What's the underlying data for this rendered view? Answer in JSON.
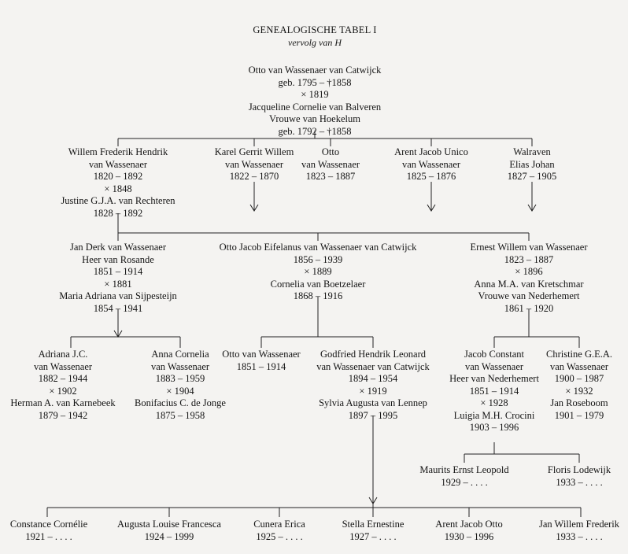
{
  "header": {
    "title": "GENEALOGISCHE TABEL I",
    "subtitle": "vervolg van H"
  },
  "gen1": {
    "lines": [
      "Otto van Wassenaer van Catwijck",
      "geb. 1795 – †1858",
      "× 1819",
      "Jacqueline Cornelie van Balveren",
      "Vrouwe van Hoekelum",
      "geb. 1792 – †1858"
    ]
  },
  "gen2": [
    {
      "lines": [
        "Willem Frederik Hendrik",
        "van Wassenaer",
        "1820 – 1892",
        "× 1848",
        "Justine G.J.A. van Rechteren",
        "1828 – 1892"
      ]
    },
    {
      "lines": [
        "Karel Gerrit Willem",
        "van Wassenaer",
        "1822 – 1870"
      ]
    },
    {
      "lines": [
        "Otto",
        "van Wassenaer",
        "1823 – 1887"
      ]
    },
    {
      "lines": [
        "Arent Jacob Unico",
        "van Wassenaer",
        "1825 – 1876"
      ]
    },
    {
      "lines": [
        "Walraven",
        "Elias Johan",
        "1827 – 1905"
      ]
    }
  ],
  "gen3": [
    {
      "lines": [
        "Jan Derk van Wassenaer",
        "Heer van Rosande",
        "1851 – 1914",
        "× 1881",
        "Maria Adriana van Sijpesteijn",
        "1854 – 1941"
      ]
    },
    {
      "lines": [
        "Otto Jacob Eifelanus van Wassenaer van Catwijck",
        "1856 – 1939",
        "× 1889",
        "Cornelia van Boetzelaer",
        "1868 – 1916"
      ]
    },
    {
      "lines": [
        "Ernest Willem van Wassenaer",
        "1823 – 1887",
        "× 1896",
        "Anna M.A. van Kretschmar",
        "Vrouwe van Nederhemert",
        "1861 – 1920"
      ]
    }
  ],
  "gen4": [
    {
      "lines": [
        "Adriana J.C.",
        "van Wassenaer",
        "1882 – 1944",
        "× 1902",
        "Herman A. van Karnebeek",
        "1879 – 1942"
      ]
    },
    {
      "lines": [
        "Anna Cornelia",
        "van Wassenaer",
        "1883 – 1959",
        "× 1904",
        "Bonifacius C. de Jonge",
        "1875 – 1958"
      ]
    },
    {
      "lines": [
        "Otto van Wassenaer",
        "1851 – 1914"
      ]
    },
    {
      "lines": [
        "Godfried Hendrik Leonard",
        "van Wassenaer van Catwijck",
        "1894 – 1954",
        "× 1919",
        "Sylvia Augusta van Lennep",
        "1897 – 1995"
      ]
    },
    {
      "lines": [
        "Jacob Constant",
        "van Wassenaer",
        "Heer van Nederhemert",
        "1851 – 1914",
        "× 1928",
        "Luigia M.H. Crocini",
        "1903 – 1996"
      ]
    },
    {
      "lines": [
        "Christine G.E.A.",
        "van Wassenaer",
        "1900 – 1987",
        "× 1932",
        "Jan Roseboom",
        "1901 – 1979"
      ]
    }
  ],
  "gen5a": [
    {
      "lines": [
        "Maurits Ernst Leopold",
        "1929 – . . . ."
      ]
    },
    {
      "lines": [
        "Floris Lodewijk",
        "1933 – . . . ."
      ]
    }
  ],
  "gen5b": [
    {
      "lines": [
        "Constance Cornélie",
        "1921 – . . . ."
      ]
    },
    {
      "lines": [
        "Augusta Louise Francesca",
        "1924 – 1999"
      ]
    },
    {
      "lines": [
        "Cunera Erica",
        "1925 – . . . ."
      ]
    },
    {
      "lines": [
        "Stella Ernestine",
        "1927 – . . . ."
      ]
    },
    {
      "lines": [
        "Arent Jacob Otto",
        "1930 – 1996"
      ]
    },
    {
      "lines": [
        "Jan Willem Frederik",
        "1933 – . . . ."
      ]
    }
  ]
}
